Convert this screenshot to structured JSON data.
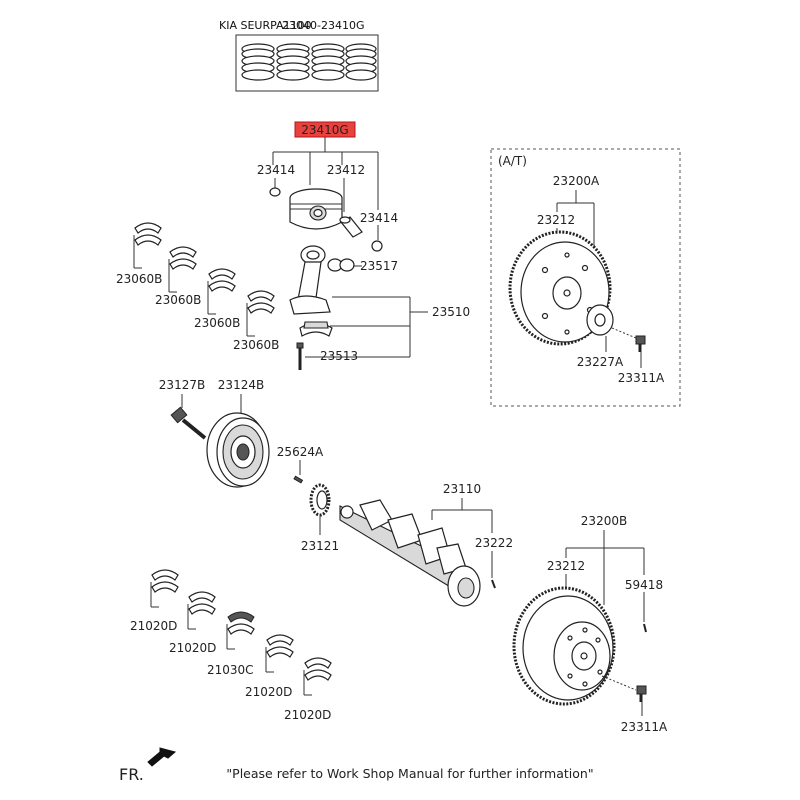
{
  "header": {
    "kit_title_a": "KIA SEURPA1100",
    "kit_title_b": "23040-23410G"
  },
  "highlight_part": "23410G",
  "labels": {
    "p23414_l": "23414",
    "p23412": "23412",
    "p23414_r": "23414",
    "p23517": "23517",
    "p23510": "23510",
    "p23513": "23513",
    "p23060_1": "23060B",
    "p23060_2": "23060B",
    "p23060_3": "23060B",
    "p23060_4": "23060B",
    "at": "(A/T)",
    "p23200A": "23200A",
    "p23212_top": "23212",
    "p23227A": "23227A",
    "p23311A_top": "23311A",
    "p23127B": "23127B",
    "p23124B": "23124B",
    "p25624A": "25624A",
    "p23110": "23110",
    "p23121": "23121",
    "p23222": "23222",
    "p23200B": "23200B",
    "p23212_bot": "23212",
    "p59418": "59418",
    "p23311A_bot": "23311A",
    "p21020_1": "21020D",
    "p21020_2": "21020D",
    "p21030": "21030C",
    "p21020_3": "21020D",
    "p21020_4": "21020D"
  },
  "footer": {
    "fr": "FR.",
    "note": "\"Please refer to Work Shop Manual for further information\""
  },
  "colors": {
    "highlight_fill": "#e8423f",
    "highlight_border": "#b01818",
    "line": "#333333"
  }
}
